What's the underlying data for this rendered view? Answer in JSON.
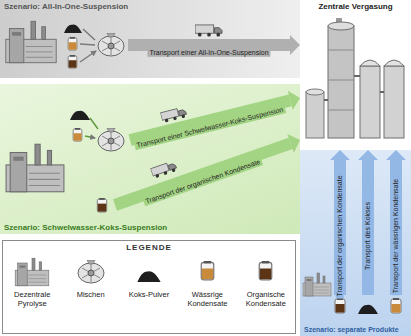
{
  "diagram": {
    "nodes": [
      {
        "text": [
          "Szenario: All-In-One-Suspension"
        ]
      },
      {
        "text": [
          "Szenario: Schwelwasser-Koks-Suspension"
        ]
      },
      {
        "text": [
          "Szenario: separate Produkte"
        ]
      },
      {
        "text": [
          "Zentrale Vergasung"
        ]
      }
    ],
    "edges": [
      {
        "from": 0,
        "to": 3,
        "arrow": "to",
        "label": "Transport einer All-In-One-Suspension"
      },
      {
        "from": 1,
        "to": 3,
        "arrow": "to",
        "label": "Transport einer Schwelwasser-Koks-Suspension"
      },
      {
        "from": 1,
        "to": 3,
        "arrow": "to",
        "label": "Transport der organischen Kondensate"
      },
      {
        "from": 2,
        "to": 3,
        "arrow": "to",
        "label": "Transport der organischen Kondensate"
      },
      {
        "from": 2,
        "to": 3,
        "arrow": "to",
        "label": "Transport des Kokses"
      },
      {
        "from": 2,
        "to": 3,
        "arrow": "to",
        "label": "Transport der wässrigen Kondensate"
      }
    ],
    "labels": [
      "LEGENDE"
    ],
    "legend": [
      {
        "text": "Dezentrale Pyrolyse"
      },
      {
        "text": "Mischen"
      },
      {
        "text": "Koks-Pulver"
      },
      {
        "text": "Wässrige Kondensate"
      },
      {
        "text": "Organische Kondensate"
      }
    ]
  }
}
